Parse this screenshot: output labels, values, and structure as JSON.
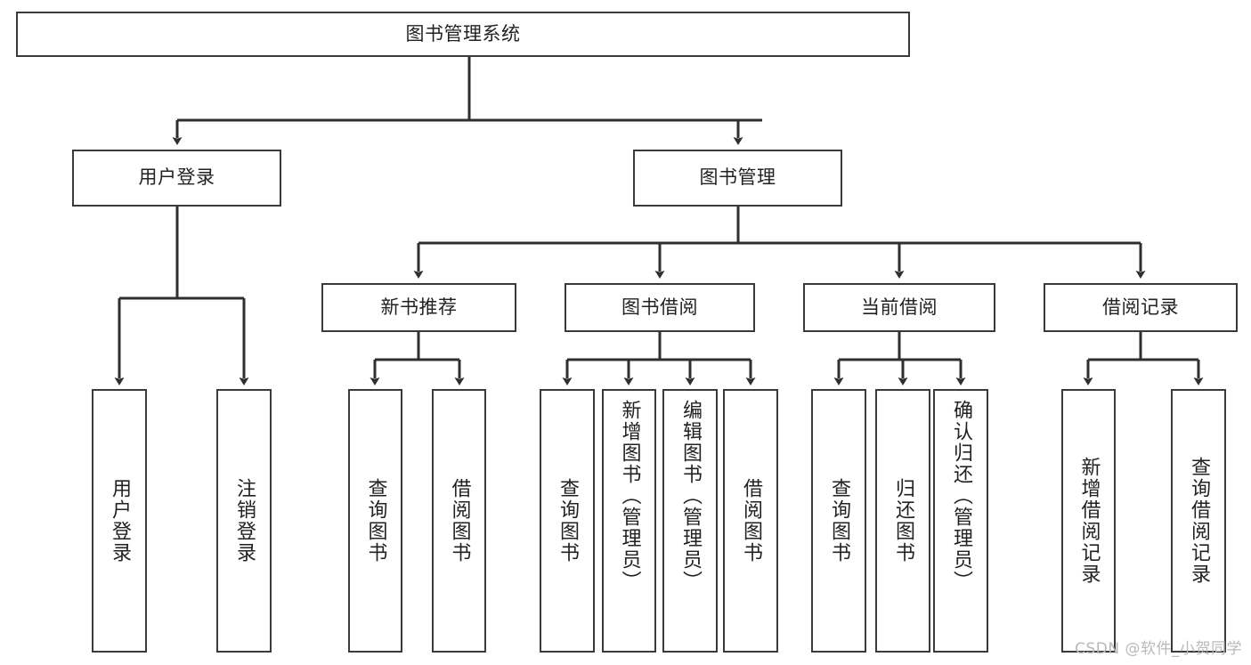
{
  "diagram": {
    "type": "tree-hierarchy-chart",
    "title": "图书管理系统",
    "watermark": "CSDN @软件_小贺同学",
    "colors": {
      "box_border": "#3a3a3a",
      "connector": "#2f2f2f",
      "text": "#222222",
      "background": "#ffffff",
      "watermark": "#b9b9b9"
    },
    "levels": {
      "level1": [
        {
          "id": "root",
          "label": "图书管理系统",
          "orientation": "horizontal"
        }
      ],
      "level2": [
        {
          "id": "user-login",
          "label": "用户登录",
          "orientation": "horizontal"
        },
        {
          "id": "book-manage",
          "label": "图书管理",
          "orientation": "horizontal"
        }
      ],
      "level3": [
        {
          "id": "new-book-recommend",
          "label": "新书推荐",
          "orientation": "horizontal"
        },
        {
          "id": "book-borrow",
          "label": "图书借阅",
          "orientation": "horizontal"
        },
        {
          "id": "current-borrow",
          "label": "当前借阅",
          "orientation": "horizontal"
        },
        {
          "id": "borrow-record",
          "label": "借阅记录",
          "orientation": "horizontal"
        }
      ],
      "level4": [
        {
          "id": "leaf-user-login",
          "label": "用户登录",
          "parent": "user-login",
          "orientation": "vertical"
        },
        {
          "id": "leaf-logout-login",
          "label": "注销登录",
          "parent": "user-login",
          "orientation": "vertical"
        },
        {
          "id": "leaf-query-book-1",
          "label": "查询图书",
          "parent": "new-book-recommend",
          "orientation": "vertical"
        },
        {
          "id": "leaf-borrow-book-1",
          "label": "借阅图书",
          "parent": "new-book-recommend",
          "orientation": "vertical"
        },
        {
          "id": "leaf-query-book-2",
          "label": "查询图书",
          "parent": "book-borrow",
          "orientation": "vertical"
        },
        {
          "id": "leaf-add-book",
          "label": "新增图书（管理员）",
          "parent": "book-borrow",
          "orientation": "vertical"
        },
        {
          "id": "leaf-edit-book",
          "label": "编辑图书（管理员）",
          "parent": "book-borrow",
          "orientation": "vertical"
        },
        {
          "id": "leaf-borrow-book-2",
          "label": "借阅图书",
          "parent": "book-borrow",
          "orientation": "vertical"
        },
        {
          "id": "leaf-query-book-3",
          "label": "查询图书",
          "parent": "current-borrow",
          "orientation": "vertical"
        },
        {
          "id": "leaf-return-book",
          "label": "归还图书",
          "parent": "current-borrow",
          "orientation": "vertical"
        },
        {
          "id": "leaf-confirm-return",
          "label": "确认归还（管理员）",
          "parent": "current-borrow",
          "orientation": "vertical"
        },
        {
          "id": "leaf-add-record",
          "label": "新增借阅记录",
          "parent": "borrow-record",
          "orientation": "vertical"
        },
        {
          "id": "leaf-query-record",
          "label": "查询借阅记录",
          "parent": "borrow-record",
          "orientation": "vertical"
        }
      ]
    }
  }
}
